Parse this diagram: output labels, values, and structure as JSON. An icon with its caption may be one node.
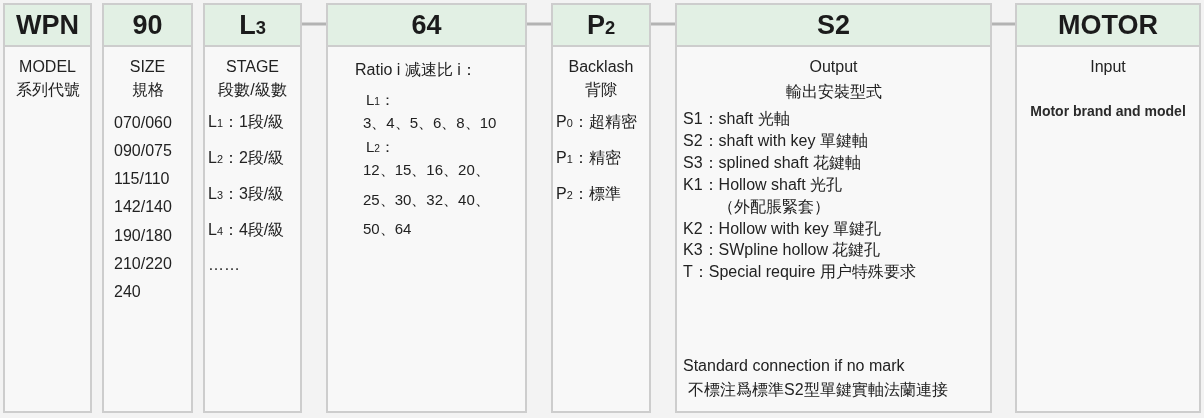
{
  "diagram": {
    "nodes": [
      {
        "text": [
          "WPN",
          "MODEL",
          "系列代號"
        ]
      },
      {
        "text": [
          "90",
          "SIZE",
          "規格",
          "070/060",
          "090/075",
          "115/110",
          "142/140",
          "190/180",
          "210/220",
          "240"
        ]
      },
      {
        "text": [
          "L$_{3}$",
          "STAGE",
          "段數/級數",
          "L$_{1}$：1段/級",
          "L$_{2}$：2段/級",
          "L$_{3}$：3段/級",
          "L$_{4}$：4段/級",
          "……"
        ]
      },
      {
        "text": [
          "64",
          "Ratio i 减速比 i：",
          "L$_{1}$：",
          "3、4、5、6、8、10",
          "L$_{2}$：",
          "12、15、16、20、25、30、32、40、50、64"
        ]
      },
      {
        "text": [
          "P$_{2}$",
          "Backlash",
          "背隙",
          "P$_{0}$：超精密",
          "P$_{1}$：精密",
          "P$_{2}$：標準"
        ]
      },
      {
        "text": [
          "S2",
          "Output",
          "輸出安裝型式",
          "S1：shaft 光軸",
          "S2：shaft with key 單鍵軸",
          "S3：splined shaft 花鍵軸",
          "K1：Hollow shaft 光孔（外配脹緊套）",
          "K2：Hollow with key 單鍵孔",
          "K3：SWpline hollow 花鍵孔",
          "T：Special require 用户特殊要求",
          "Standard connection if no mark",
          "不標注爲標準S2型單鍵實軸法蘭連接"
        ]
      },
      {
        "text": [
          "MOTOR",
          "Input",
          "Motor brand and model"
        ]
      }
    ],
    "edges": [
      {
        "from": 2,
        "to": 3,
        "arrow": "none"
      },
      {
        "from": 3,
        "to": 4,
        "arrow": "none"
      },
      {
        "from": 4,
        "to": 5,
        "arrow": "none"
      },
      {
        "from": 5,
        "to": 6,
        "arrow": "none"
      }
    ]
  }
}
